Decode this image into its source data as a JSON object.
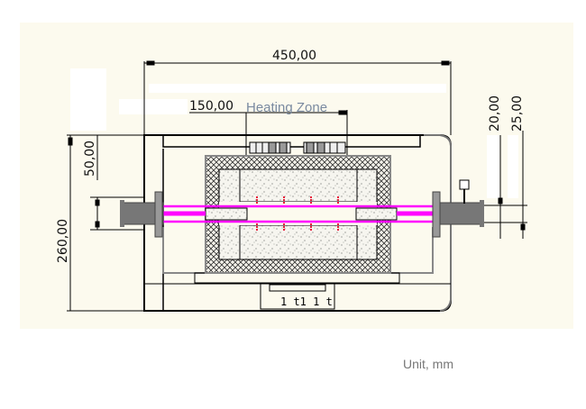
{
  "dimensions": {
    "overall_width": "450,00",
    "heating_zone_length": "150,00",
    "heating_zone_label": "Heating Zone",
    "overall_height": "260,00",
    "top_offset": "50,00",
    "tube_inner": "20,00",
    "tube_outer": "25,00"
  },
  "control_panel_text": "1 t1 1 t",
  "unit_label": "Unit, mm",
  "colors": {
    "background": "#fcfaee",
    "tube": "#ff00ff",
    "heater": "#e8203a",
    "frame": "#888888"
  }
}
